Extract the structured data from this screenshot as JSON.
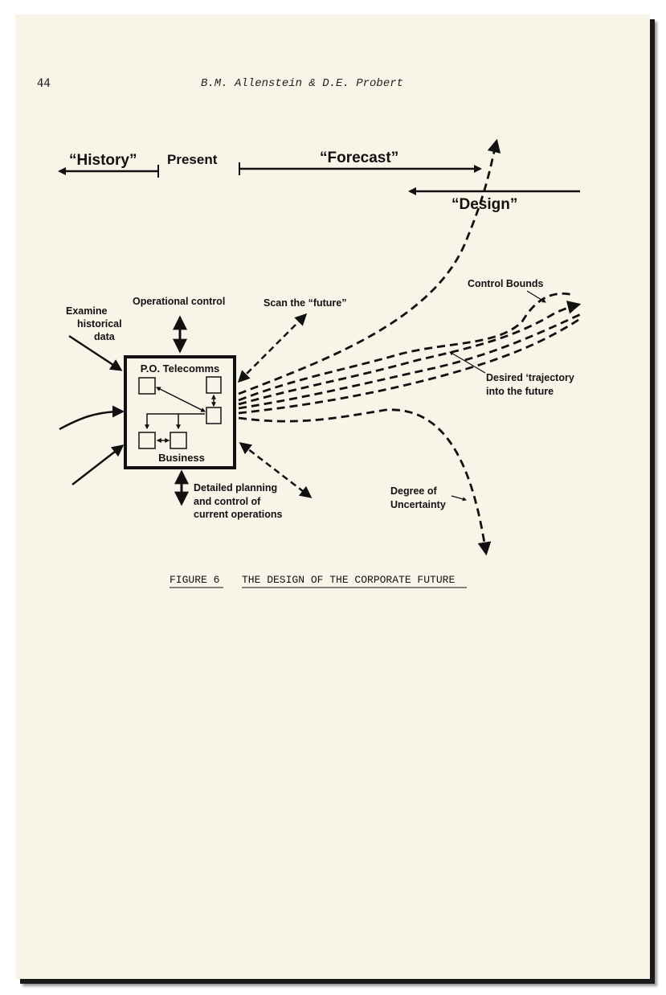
{
  "header": {
    "page_number": "44",
    "authors": "B.M. Allenstein & D.E. Probert"
  },
  "figure": {
    "timeline": {
      "history": "“History”",
      "present": "Present",
      "forecast": "“Forecast”",
      "design": "“Design”"
    },
    "labels": {
      "examine_line1": "Examine",
      "examine_line2": "historical",
      "examine_line3": "data",
      "operational_control": "Operational control",
      "scan_future": "Scan the “future”",
      "control_bounds": "Control Bounds",
      "desired_line1": "Desired ‘trajectory",
      "desired_line2": "into the future",
      "detailed_line1": "Detailed planning",
      "detailed_line2": "and control of",
      "detailed_line3": "current operations",
      "degree_line1": "Degree of",
      "degree_line2": "Uncertainty"
    },
    "box": {
      "top_label": "P.O. Telecomms",
      "bottom_label": "Business"
    },
    "caption": {
      "number": "FIGURE 6",
      "title": "THE DESIGN OF THE CORPORATE FUTURE"
    }
  }
}
